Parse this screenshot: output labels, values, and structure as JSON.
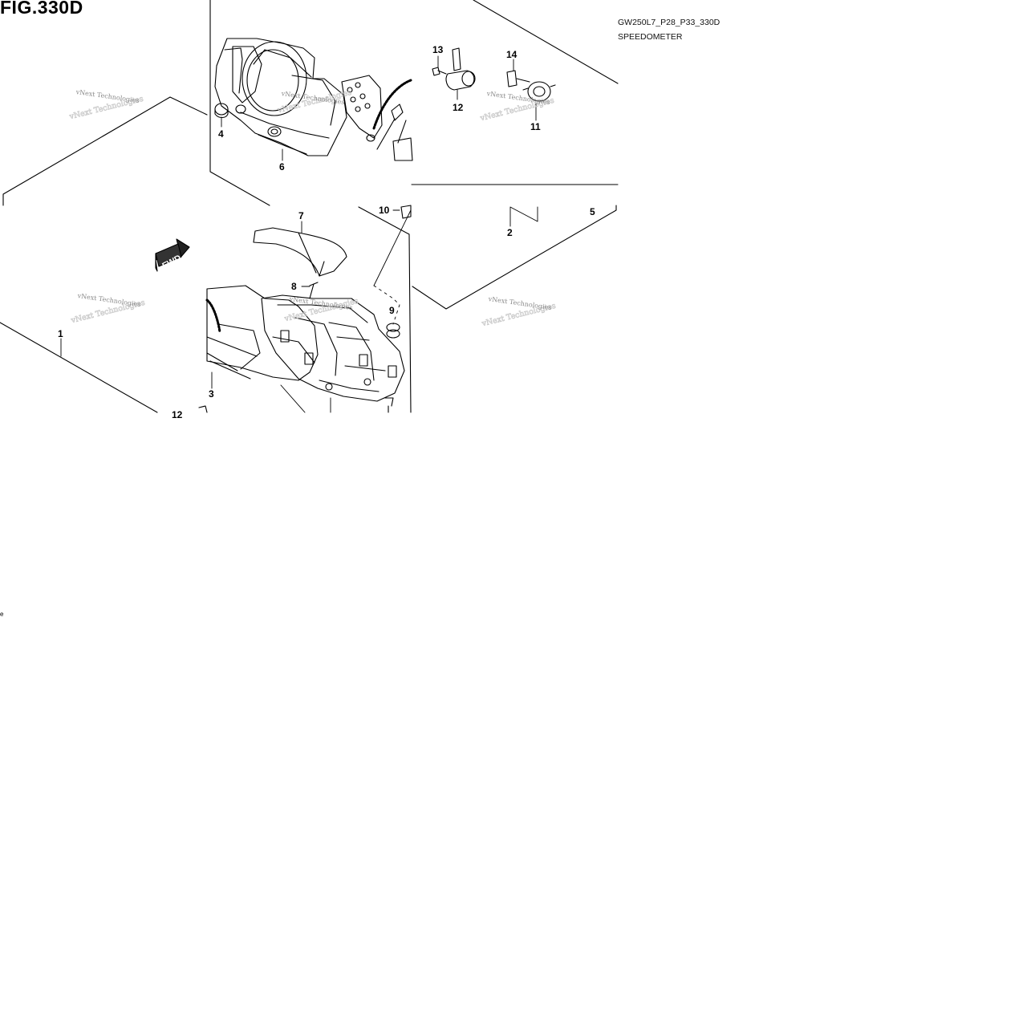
{
  "figure": {
    "title": "FIG.330D",
    "code": "GW250L7_P28_P33_330D",
    "name": "SPEEDOMETER",
    "stray_mark": "e"
  },
  "direction_marker": "FWD",
  "watermark": "vNext Technologies",
  "callouts": [
    "1",
    "2",
    "3",
    "4",
    "5",
    "6",
    "7",
    "8",
    "9",
    "10",
    "11",
    "12",
    "13",
    "14",
    "12"
  ]
}
